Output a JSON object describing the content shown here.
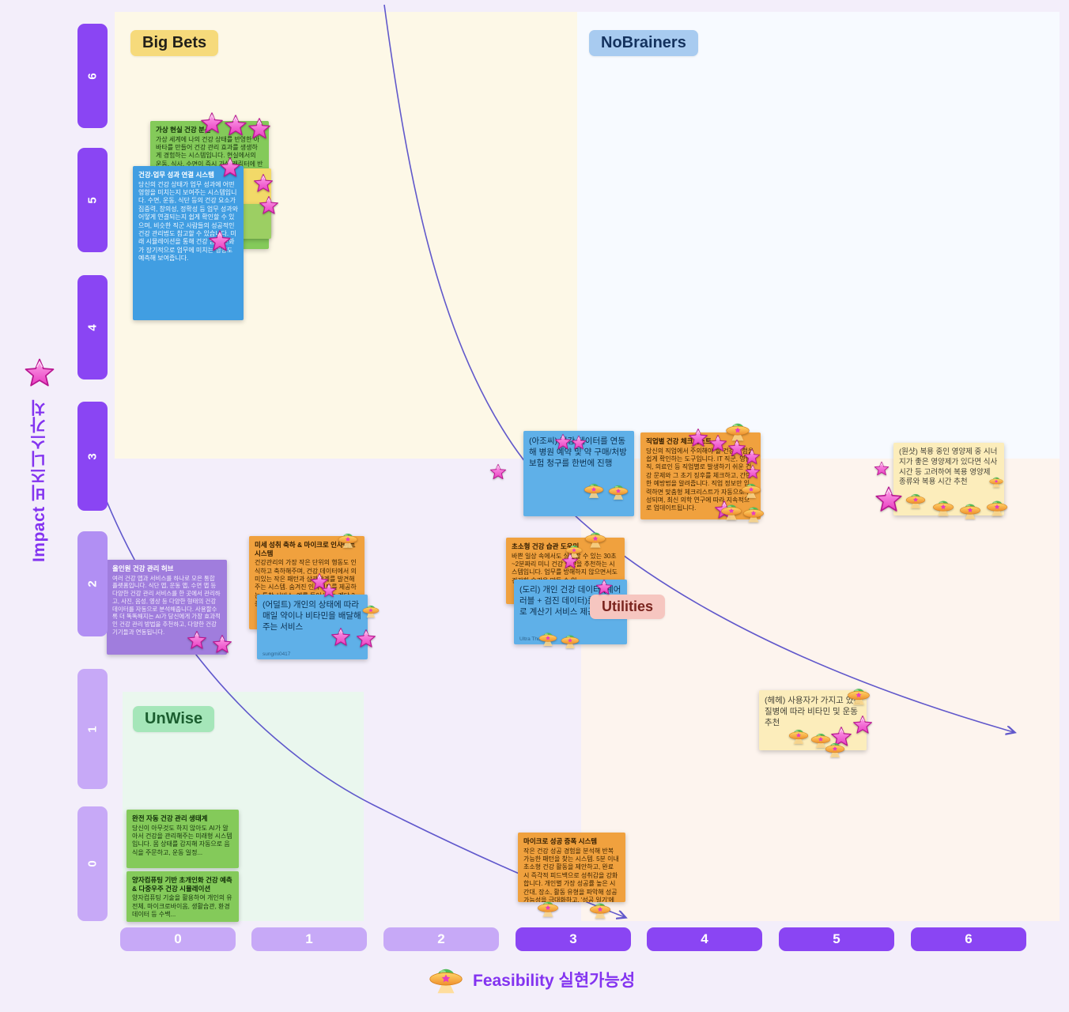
{
  "board": {
    "y_axis": {
      "label": "Impact 비즈니스가치",
      "ticks": [
        "6",
        "5",
        "4",
        "3",
        "2",
        "1",
        "0"
      ]
    },
    "x_axis": {
      "label": "Feasibility 실현가능성",
      "ticks": [
        "0",
        "1",
        "2",
        "3",
        "4",
        "5",
        "6"
      ]
    },
    "quadrants": {
      "big_bets": "Big Bets",
      "nobrainers": "NoBrainers",
      "unwise": "UnWise",
      "utilities": "Utilities"
    },
    "colors": {
      "axis_dark": "#8a45f3",
      "axis_light": "#c7a9f7",
      "curve": "#5148c8",
      "big_bets_bg": "#fdf8e7",
      "nobrainers_bg": "#f7faff",
      "unwise_bg": "#eaf7ee",
      "utilities_bg": "#fdf4ee"
    },
    "icons": {
      "star_sticker": "pink-3d-star",
      "ufo_sticker": "green-dome-flying-saucer"
    },
    "notes": {
      "vr_avatar": {
        "title": "가상 현실 건강 분신",
        "body": "가상 세계에 나의 건강 상태를 반영한 아바타를 만들어 건강 관리 효과를 생생하게 경험하는 시스템입니다. 현실에서의 운동, 식사, 수면이 즉시 가상 캐릭터에 반영되어 건강 변화를 눈으로 확인"
      },
      "work_perf": {
        "title": "건강-업무 성과 연결 시스템",
        "body": "당신의 건강 상태가 업무 성과에 어떤 영향을 미치는지 보여주는 시스템입니다. 수면, 운동, 식단 등의 건강 요소가 집중력, 창의성, 정확성 등 업무 성과와 어떻게 연결되는지 쉽게 확인할 수 있으며, 비슷한 직군 사람들의 성공적인 건강 관리법도 참고할 수 있습니다. 미래 시뮬레이션을 통해 건강 습관 변화가 장기적으로 업무에 미치는 영향도 예측해 보여줍니다."
      },
      "ajossi": {
        "body": "(아조씨) 건강 데이터를 연동해 병원 예약 및 약 구매/처방 보험 청구를 한번에 진행"
      },
      "job_checklist": {
        "title": "직업별 건강 체크리스트",
        "body": "당신의 직업에서 주의해야 할 건강 위험을 쉽게 확인하는 도구입니다. IT 직군, 영업직, 의료인 등 직업별로 발생하기 쉬운 건강 문제와 그 초기 징후를 체크하고, 간단한 예방법을 알려줍니다. 직업 정보만 입력하면 맞춤형 체크리스트가 자동으로 생성되며, 최신 의학 연구에 따라 지속적으로 업데이트됩니다."
      },
      "oneshot": {
        "body": "(원샷) 복용 중인 영양제 중 시너지가 좋은 영양제가 있다면 식사시간 등 고려하여 복용 영양제 종류와 복용 시간 추천"
      },
      "micro_insight": {
        "title": "미세 성취 축하 & 마이크로 인사이트 시스템",
        "body": "건강관리의 가장 작은 단위의 행동도 인식하고 축하해주며, 건강 데이터에서 의미있는 작은 패턴과 상관관계를 발견해주는 시스템. 숨겨진 인사이트를 제공하는 통찰 서비스. 예를 들어 '오늘 계단 3층 오르기' 같은 작은 목표를 달성하..."
      },
      "adult_delivery": {
        "body": "(어덜트) 개인의 상태에 따라 매일 약이나 비타민을 배달해주는 서비스",
        "author": "sungmi0417"
      },
      "all_in_one": {
        "title": "올인원 건강 관리 허브",
        "body": "여러 건강 앱과 서비스를 하나로 모은 통합 플랫폼입니다. 식단 앱, 운동 앱, 수면 앱 등 다양한 건강 관리 서비스를 한 곳에서 관리하고, 사진, 음성, 영상 등 다양한 형태의 건강 데이터를 자동으로 분석해줍니다. 사용할수록 더 똑똑해지는 AI가 당신에게 가장 효과적인 건강 관리 방법을 추천하고, 다양한 건강 기기들과 연동됩니다."
      },
      "tiny_habit": {
        "title": "초소형 건강 습관 도우미",
        "body": "바쁜 일상 속에서도 실천할 수 있는 30초~2분짜리 미니 건강 습관을 추천하는 시스템입니다. 업무를 방해하지 않으면서도 건강한 습관을 만들 수 있..."
      },
      "dori_calc": {
        "body": "(도리) 개인 건강 데이터 (웨어러블 + 검진 데이터)를 기반으로 계산기 서비스 제공",
        "author": "Ultra Thunder"
      },
      "hehe_recommend": {
        "body": "(헤헤) 사용자가 가지고 있는 질병에 따라 비타민 및 운동 추천"
      },
      "auto_ecosystem": {
        "title": "완전 자동 건강 관리 생태계",
        "body": "당신이 아무것도 하지 않아도 AI가 알아서 건강을 관리해주는 미래형 시스템입니다. 몸 상태를 감지해 자동으로 음식을 주문하고, 운동 일정..."
      },
      "quantum_sim": {
        "title": "양자컴퓨팅 기반 초개인화 건강 예측 & 다중우주 건강 시뮬레이션",
        "body": "양자컴퓨팅 기술을 활용하여 개인의 유전체, 마이크로바이옴, 생활습관, 환경 데이터 등 수백..."
      },
      "micro_success": {
        "title": "마이크로 성공 증폭 시스템",
        "body": "작은 건강 성공 경험을 분석해 반복 가능한 패턴을 찾는 시스템. 5분 이내 초소형 건강 활동을 제안하고, 완료 시 즉각적 피드백으로 성취감을 강화합니다. 개인별 가장 성공률 높은 시간대, 장소, 활동 유형을 파악해 성공 가능성을 극대화하고, '성공 일기'에 자동 기록해 긍정적 변화를 지속적으로 시각화합니다."
      }
    }
  }
}
